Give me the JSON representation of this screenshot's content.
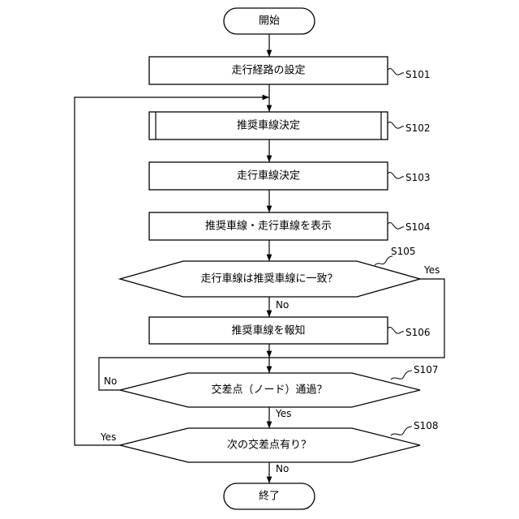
{
  "nodes": {
    "start": {
      "label": "開始"
    },
    "s101": {
      "id": "S101",
      "label": "走行経路の設定"
    },
    "s102": {
      "id": "S102",
      "label": "推奨車線決定"
    },
    "s103": {
      "id": "S103",
      "label": "走行車線決定"
    },
    "s104": {
      "id": "S104",
      "label": "推奨車線・走行車線を表示"
    },
    "s105": {
      "id": "S105",
      "label": "走行車線は推奨車線に一致？"
    },
    "s106": {
      "id": "S106",
      "label": "推奨車線を報知"
    },
    "s107": {
      "id": "S107",
      "label": "交差点（ノード）通過？"
    },
    "s108": {
      "id": "S108",
      "label": "次の交差点有り？"
    },
    "end": {
      "label": "終了"
    }
  },
  "branches": {
    "s105_yes": "Yes",
    "s105_no": "No",
    "s107_no": "No",
    "s107_yes": "Yes",
    "s108_yes": "Yes",
    "s108_no": "No"
  }
}
